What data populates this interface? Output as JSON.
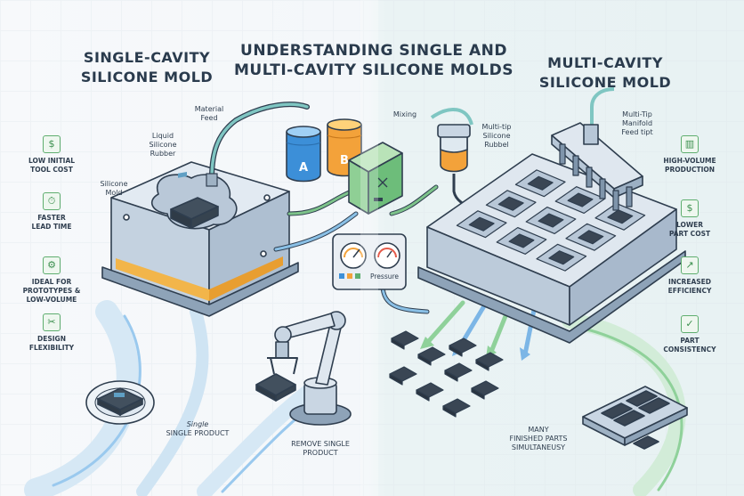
{
  "titles": {
    "main_line1": "UNDERSTANDING SINGLE AND",
    "main_line2": "MULTI-CAVITY SILICONE MOLDS",
    "left_line1": "SINGLE-CAVITY",
    "left_line2": "SILICONE MOLD",
    "right_line1": "MULTI-CAVITY",
    "right_line2": "SILICONE MOLD"
  },
  "labels": {
    "material_feed_1": "Material",
    "material_feed_2": "Feed",
    "liquid_rubber_1": "Liquid",
    "liquid_rubber_2": "Silicone",
    "liquid_rubber_3": "Rubber",
    "silicone_mold_1": "Silicone",
    "silicone_mold_2": "Mold",
    "mixing": "Mixing",
    "tank_a": "A",
    "tank_b": "B",
    "pressure": "Pressure",
    "multi_tip_rubber_1": "Multi-tip",
    "multi_tip_rubber_2": "Silicone",
    "multi_tip_rubber_3": "Rubbel",
    "manifold_1": "Multi-Tip",
    "manifold_2": "Manifold",
    "manifold_3": "Feed tipt",
    "single_italic": "Single",
    "single_product": "SINGLE PRODUCT",
    "remove_1": "REMOVE SINGLE",
    "remove_2": "PRODUCT",
    "many_1": "MANY",
    "many_2": "FINISHED PARTS",
    "many_3": "SIMULTANEUSY"
  },
  "left_features": [
    {
      "icon": "dollar-icon",
      "line1": "LOW INITIAL",
      "line2": "TOOL COST"
    },
    {
      "icon": "stopwatch-icon",
      "line1": "FASTER",
      "line2": "LEAD TIME"
    },
    {
      "icon": "gears-icon",
      "line1": "IDEAL FOR",
      "line2": "PROTOTYPES &",
      "line3": "LOW-VOLUME"
    },
    {
      "icon": "tools-icon",
      "line1": "DESIGN",
      "line2": "FLEXIBILITY"
    }
  ],
  "right_features": [
    {
      "icon": "bar-chart-icon",
      "line1": "HIGH-VOLUME",
      "line2": "PRODUCTION"
    },
    {
      "icon": "dollar-down-icon",
      "line1": "LOWER",
      "line2": "PART COST"
    },
    {
      "icon": "chart-up-icon",
      "line1": "INCREASED",
      "line2": "EFFICIENCY"
    },
    {
      "icon": "check-icon",
      "line1": "PART",
      "line2": "CONSISTENCY"
    }
  ],
  "colors": {
    "outline": "#2f3e4f",
    "mold_body": "#c9d6e3",
    "mold_top": "#dce6ef",
    "accent_green": "#5fae6f",
    "accent_teal": "#4fa7a0",
    "tank_blue": "#3c8fd8",
    "tank_orange": "#f3a23a",
    "part_dark": "#3a4654",
    "arrow_blue": "#7cb6e6",
    "arrow_green": "#8fd19a"
  }
}
